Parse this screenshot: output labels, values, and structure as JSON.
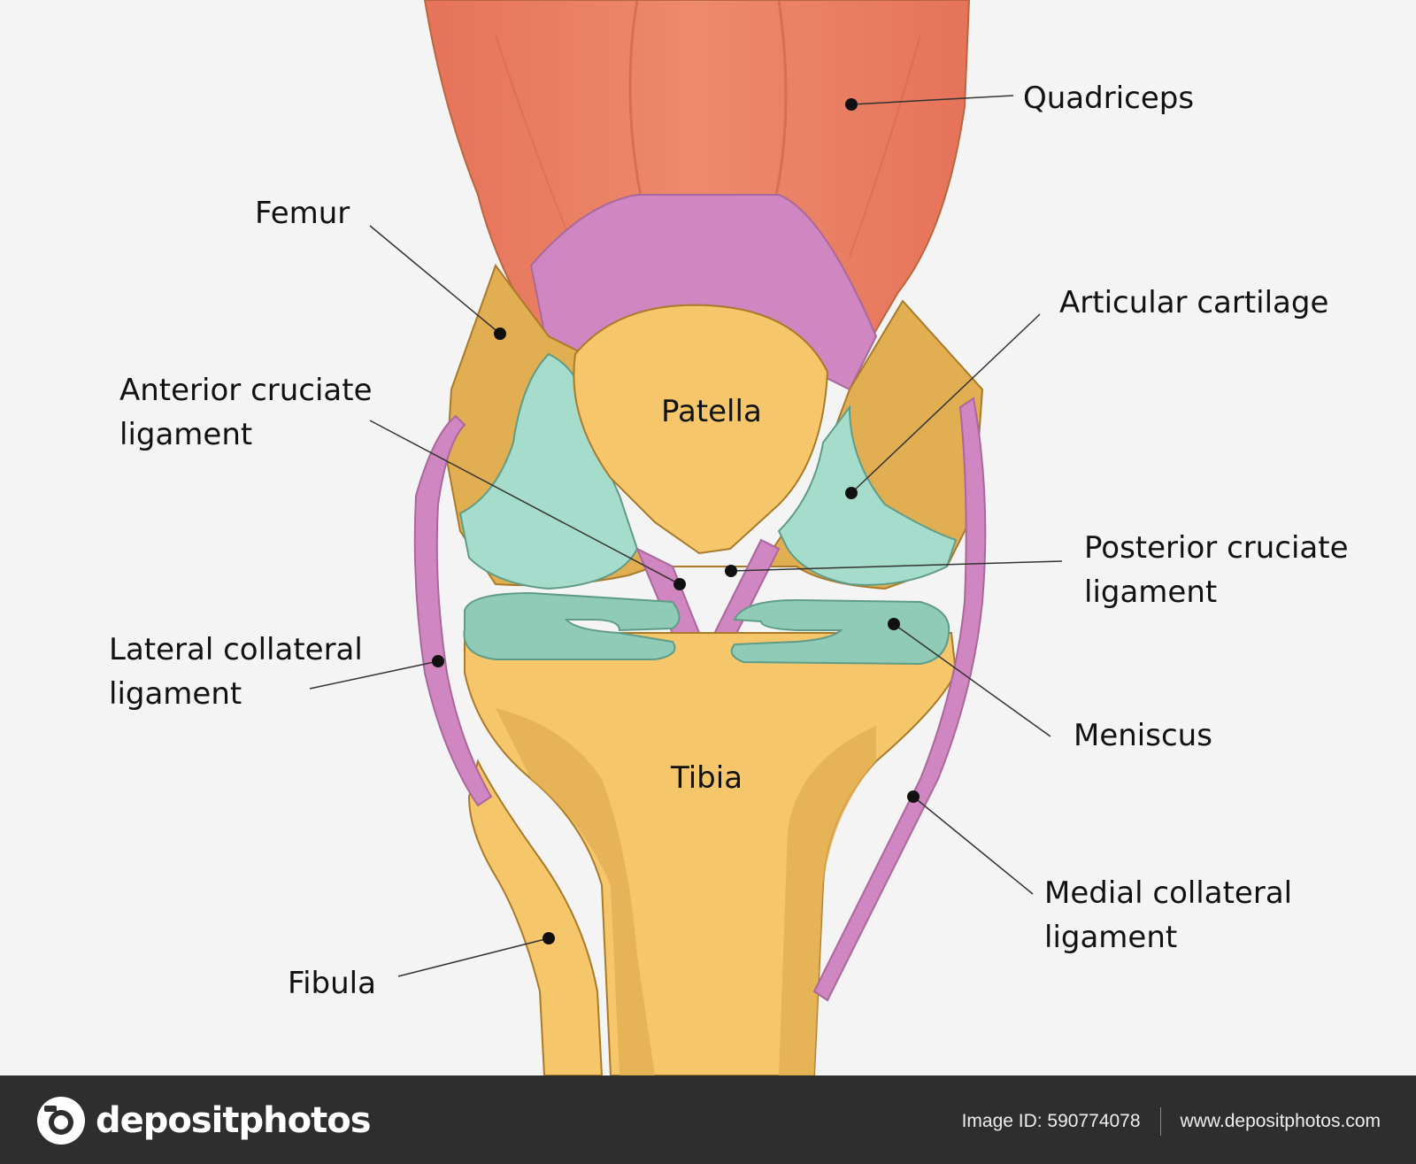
{
  "labels": {
    "quadriceps": "Quadriceps",
    "femur": "Femur",
    "articular_cartilage": "Articular cartilage",
    "acl_line1": "Anterior cruciate",
    "acl_line2": "ligament",
    "patella": "Patella",
    "pcl_line1": "Posterior cruciate",
    "pcl_line2": "ligament",
    "lcl_line1": "Lateral collateral",
    "lcl_line2": "ligament",
    "meniscus": "Meniscus",
    "tibia": "Tibia",
    "mcl_line1": "Medial collateral",
    "mcl_line2": "ligament",
    "fibula": "Fibula"
  },
  "footer": {
    "brand": "depositphotos",
    "image_id": "Image ID: 590774078",
    "website": "www.depositphotos.com"
  },
  "colors": {
    "background": "#f4f4f4",
    "muscle": "#e9795f",
    "tendon": "#cf86c1",
    "bone": "#f6c66a",
    "bone_shade": "#e2ae52",
    "cartilage": "#a6dccb",
    "meniscus": "#8fcbb6",
    "footer": "#2e2e2e"
  }
}
